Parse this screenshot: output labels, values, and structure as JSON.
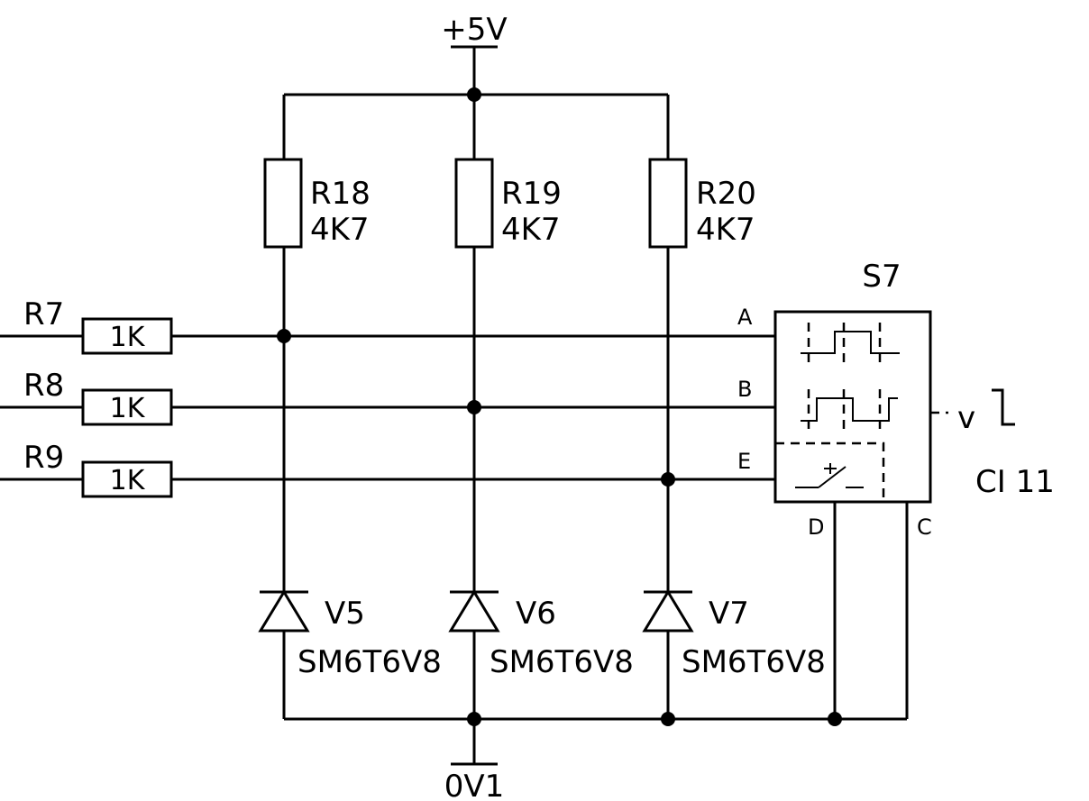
{
  "supply": {
    "positive": "+5V",
    "ground": "0V1"
  },
  "pullups": [
    {
      "ref": "R18",
      "value": "4K7"
    },
    {
      "ref": "R19",
      "value": "4K7"
    },
    {
      "ref": "R20",
      "value": "4K7"
    }
  ],
  "inputs": [
    {
      "net": "R7",
      "resistor_value": "1K"
    },
    {
      "net": "R8",
      "resistor_value": "1K"
    },
    {
      "net": "R9",
      "resistor_value": "1K"
    }
  ],
  "diodes": [
    {
      "ref": "V5",
      "part": "SM6T6V8"
    },
    {
      "ref": "V6",
      "part": "SM6T6V8"
    },
    {
      "ref": "V7",
      "part": "SM6T6V8"
    }
  ],
  "switch": {
    "ref": "S7",
    "pins": {
      "a": "A",
      "b": "B",
      "e": "E",
      "d": "D",
      "c": "C"
    },
    "detent_symbol": "v",
    "rating": "CI 11"
  }
}
